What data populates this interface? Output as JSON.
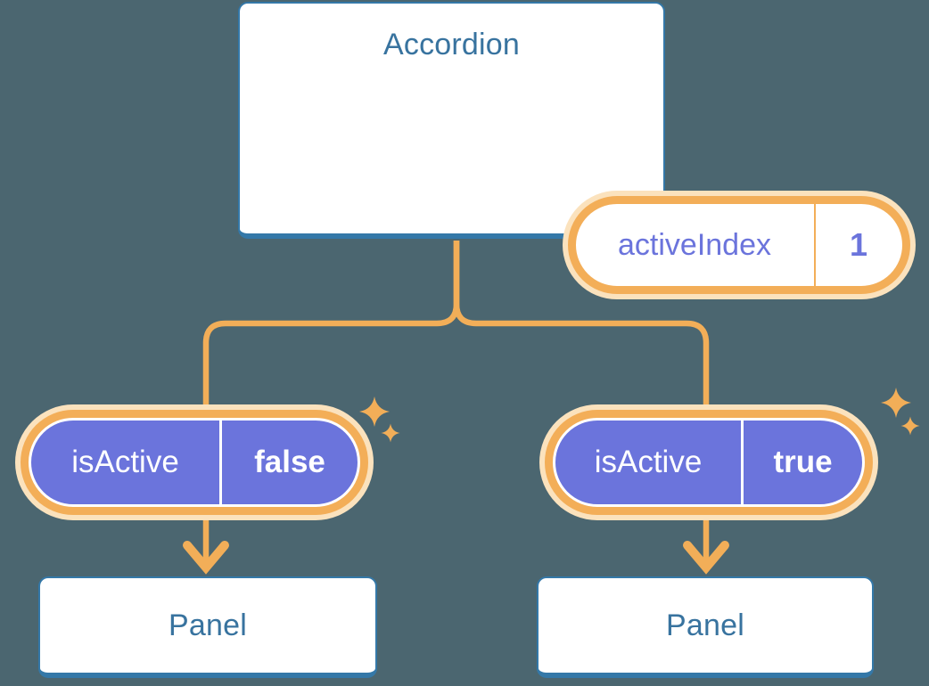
{
  "diagram": {
    "root": {
      "title": "Accordion",
      "state": {
        "name": "activeIndex",
        "value": "1"
      }
    },
    "children": [
      {
        "prop_name": "isActive",
        "prop_value": "false",
        "target": "Panel"
      },
      {
        "prop_name": "isActive",
        "prop_value": "true",
        "target": "Panel"
      }
    ],
    "icons": {
      "sparkle": "sparkle-icon",
      "arrow_down": "arrow-down-icon"
    },
    "colors": {
      "background": "#4B6670",
      "card_fill": "#FFFFFF",
      "card_border_blue": "#3478A8",
      "heading_blue": "#38739F",
      "accent_orange": "#F2AE58",
      "accent_orange_pale": "#FBE2BD",
      "prop_purple": "#6B74DC",
      "pill_text_white": "#FFFFFF"
    }
  }
}
